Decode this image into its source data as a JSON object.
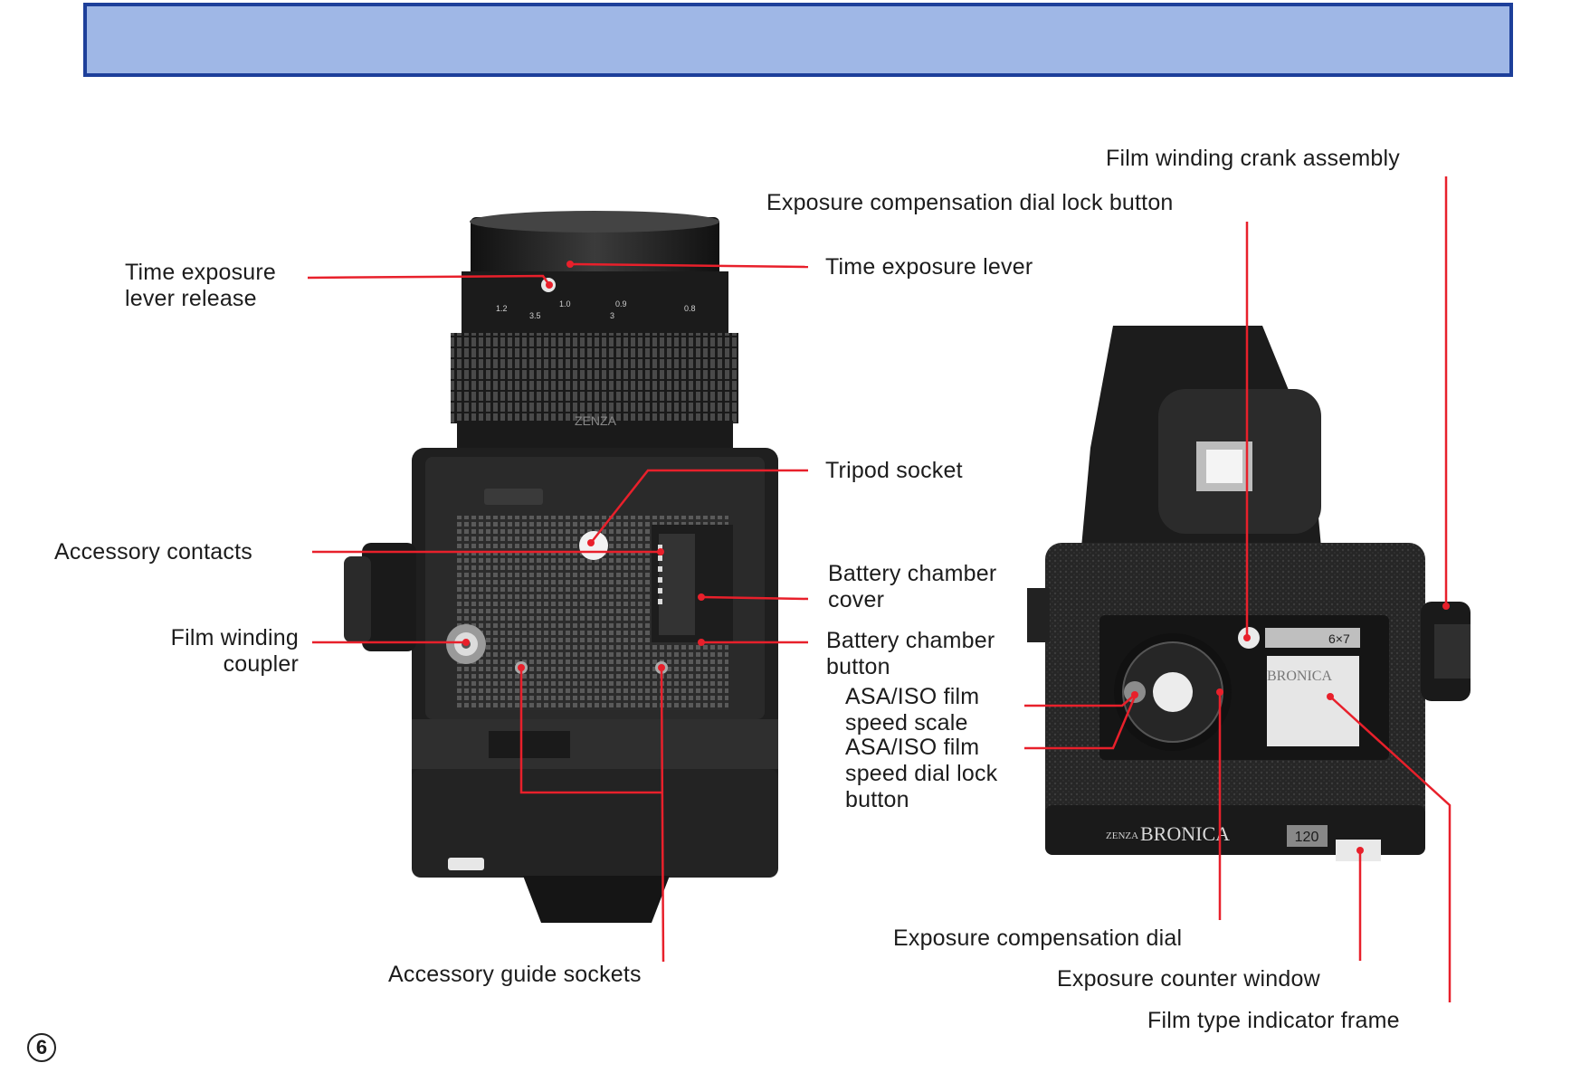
{
  "labels": {
    "time_exposure_lever_release": [
      "Time exposure",
      "lever release"
    ],
    "time_exposure_lever": "Time exposure lever",
    "tripod_socket": "Tripod socket",
    "accessory_contacts": "Accessory contacts",
    "battery_chamber_cover": [
      "Battery chamber",
      "cover"
    ],
    "film_winding_coupler": [
      "Film winding",
      "coupler"
    ],
    "battery_chamber_button": [
      "Battery chamber",
      "button"
    ],
    "asa_iso_film_speed_scale": [
      "ASA/ISO film",
      "speed scale"
    ],
    "asa_iso_film_speed_dial_lock_button": [
      "ASA/ISO film",
      "speed dial lock",
      "button"
    ],
    "accessory_guide_sockets": "Accessory guide sockets",
    "film_winding_crank_assembly": "Film winding crank assembly",
    "exposure_compensation_dial_lock_button": "Exposure compensation dial lock button",
    "exposure_compensation_dial": "Exposure compensation dial",
    "exposure_counter_window": "Exposure counter window",
    "film_type_indicator_frame": "Film type indicator frame"
  },
  "photo_text": {
    "brand_name": "BRONICA",
    "brand_prefix": "ZENZA",
    "format_badge": "6×7",
    "film_type": "120",
    "lens_scale": [
      "1.2",
      "1.0",
      "0.9",
      "0.8",
      "3.5",
      "3"
    ]
  },
  "page_number": "6",
  "colors": {
    "leader_line": "#e8202b",
    "header_fill": "#9fb7e6",
    "header_border": "#1d3f9a",
    "camera_body": "#1f1f1f"
  }
}
